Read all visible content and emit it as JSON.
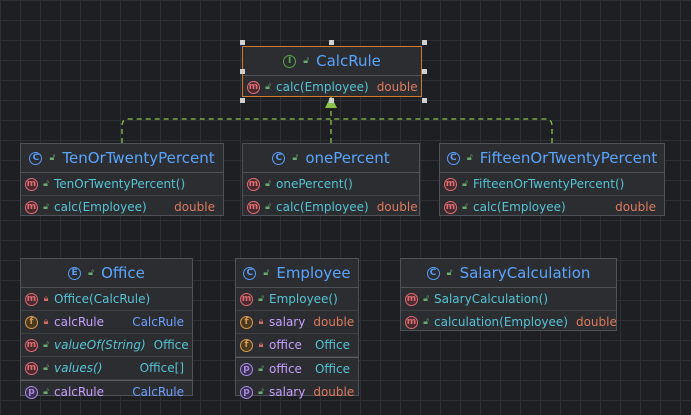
{
  "calcrule": {
    "name": "CalcRule",
    "rows": [
      {
        "name": "calc(Employee)",
        "type": "double"
      }
    ]
  },
  "ten": {
    "name": "TenOrTwentyPercent",
    "rows": [
      {
        "name": "TenOrTwentyPercent()",
        "type": ""
      },
      {
        "name": "calc(Employee)",
        "type": "double"
      }
    ]
  },
  "one": {
    "name": "onePercent",
    "rows": [
      {
        "name": "onePercent()",
        "type": ""
      },
      {
        "name": "calc(Employee)",
        "type": "double"
      }
    ]
  },
  "fifteen": {
    "name": "FifteenOrTwentyPercent",
    "rows": [
      {
        "name": "FifteenOrTwentyPercent()",
        "type": ""
      },
      {
        "name": "calc(Employee)",
        "type": "double"
      }
    ]
  },
  "office": {
    "name": "Office",
    "rows": [
      {
        "name": "Office(CalcRule)",
        "type": ""
      },
      {
        "name": "calcRule",
        "type": "CalcRule"
      },
      {
        "name": "valueOf(String)",
        "type": "Office"
      },
      {
        "name": "values()",
        "type": "Office[]"
      },
      {
        "name": "calcRule",
        "type": "CalcRule"
      }
    ]
  },
  "employee": {
    "name": "Employee",
    "rows": [
      {
        "name": "Employee()",
        "type": ""
      },
      {
        "name": "salary",
        "type": "double"
      },
      {
        "name": "office",
        "type": "Office"
      },
      {
        "name": "office",
        "type": "Office"
      },
      {
        "name": "salary",
        "type": "double"
      }
    ]
  },
  "salarycalc": {
    "name": "SalaryCalculation",
    "rows": [
      {
        "name": "SalaryCalculation()",
        "type": ""
      },
      {
        "name": "calculation(Employee)",
        "type": "double"
      }
    ]
  },
  "icons": {
    "interface": "interface-badge-icon",
    "class": "class-badge-icon",
    "enum": "enum-badge-icon",
    "method": "method-badge-icon",
    "field": "field-badge-icon",
    "property": "property-badge-icon"
  },
  "colors": {
    "background": "#1e1f22",
    "grid": "#2e3035",
    "class_name": "#5aa5ff",
    "realization_arrow": "#8bc34a",
    "selection": "#d27a2e"
  }
}
